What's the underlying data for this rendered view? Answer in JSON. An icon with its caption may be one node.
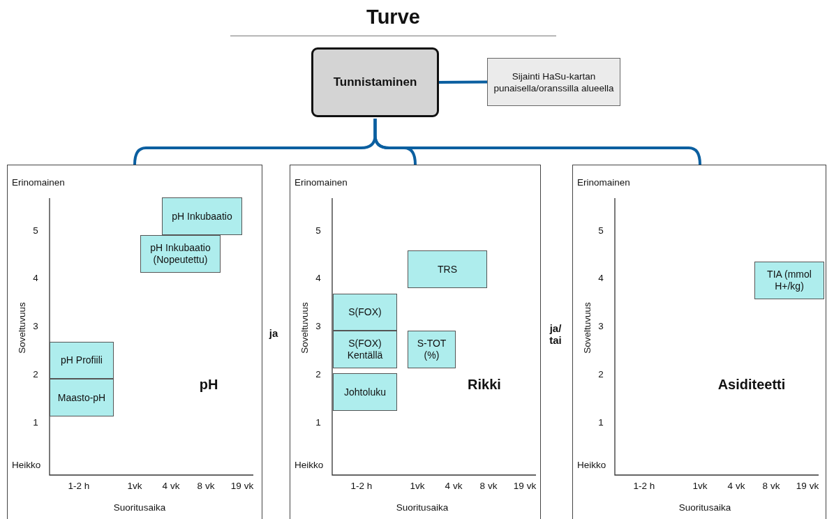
{
  "diagram": {
    "title": "Turve",
    "nodes": [
      {
        "text": [
          "Tunnistaminen"
        ]
      },
      {
        "text": [
          "Sijainti HaSu-kartan punaisella/oranssilla alueella"
        ]
      },
      {
        "text": [
          "pH"
        ]
      },
      {
        "text": [
          "pH Inkubaatio"
        ],
        "in": 2
      },
      {
        "text": [
          "pH Inkubaatio (Nopeutettu)"
        ],
        "in": 2
      },
      {
        "text": [
          "pH Profiili"
        ],
        "in": 2
      },
      {
        "text": [
          "Maasto-pH"
        ],
        "in": 2
      },
      {
        "text": [
          "Rikki"
        ]
      },
      {
        "text": [
          "TRS"
        ],
        "in": 7
      },
      {
        "text": [
          "S(FOX)"
        ],
        "in": 7
      },
      {
        "text": [
          "S(FOX) Kentällä"
        ],
        "in": 7
      },
      {
        "text": [
          "S-TOT (%)"
        ],
        "in": 7
      },
      {
        "text": [
          "Johtoluku"
        ],
        "in": 7
      },
      {
        "text": [
          "Asiditeetti"
        ]
      },
      {
        "text": [
          "TIA (mmol H+/kg)"
        ],
        "in": 13
      }
    ],
    "edges": [
      {
        "from": 0,
        "to": 1,
        "arrow": "none"
      },
      {
        "from": 0,
        "to": 2,
        "arrow": "none"
      },
      {
        "from": 0,
        "to": 7,
        "arrow": "none"
      },
      {
        "from": 0,
        "to": 13,
        "arrow": "none"
      }
    ],
    "labels": [
      "ja",
      "ja/ tai",
      "Erinomainen",
      "5",
      "4",
      "3",
      "2",
      "1",
      "Soveltuvuus",
      "Heikko",
      "1-2 h",
      "1vk",
      "4 vk",
      "8 vk",
      "19 vk",
      "Suoritusaika",
      "Erinomainen",
      "5",
      "4",
      "3",
      "2",
      "1",
      "Soveltuvuus",
      "Heikko",
      "1-2 h",
      "1vk",
      "4 vk",
      "8 vk",
      "19 vk",
      "Suoritusaika",
      "Erinomainen",
      "5",
      "4",
      "3",
      "2",
      "1",
      "Soveltuvuus",
      "Heikko",
      "1-2 h",
      "1vk",
      "4 vk",
      "8 vk",
      "19 vk",
      "Suoritusaika"
    ]
  }
}
